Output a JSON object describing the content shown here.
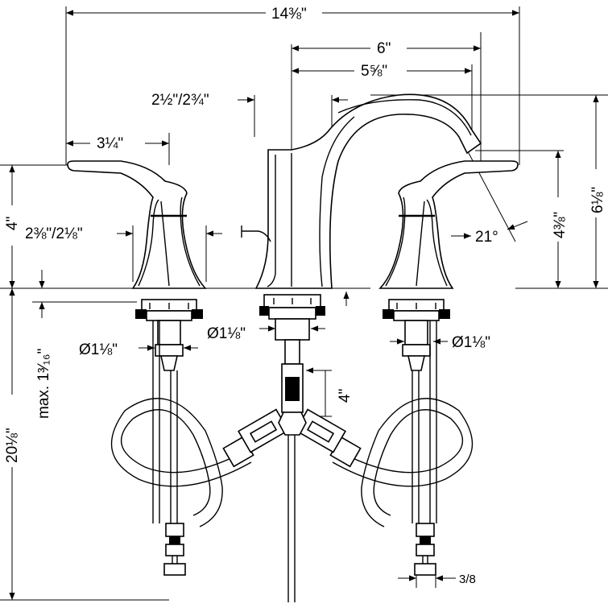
{
  "dimensions": {
    "overall_width": "14⅜\"",
    "spread_6": "6\"",
    "spout_reach": "5⅝\"",
    "spout_offset": "2½\"/2¾\"",
    "handle_length": "3¼\"",
    "handle_width": "2⅜\"/2⅛\"",
    "handle_height": "4\"",
    "spout_tip_height": "4⅜\"",
    "total_height": "6⅛\"",
    "angle": "21°",
    "tail_diameter_center": "Ø1⅛\"",
    "tail_diameter_left": "Ø1⅛\"",
    "tail_diameter_right": "Ø1⅛\"",
    "deck_thickness": "max. 1³⁄₁₆\"",
    "under_deck_length": "20⅛\"",
    "connector_length": "4\"",
    "connection_size": "3/8"
  }
}
